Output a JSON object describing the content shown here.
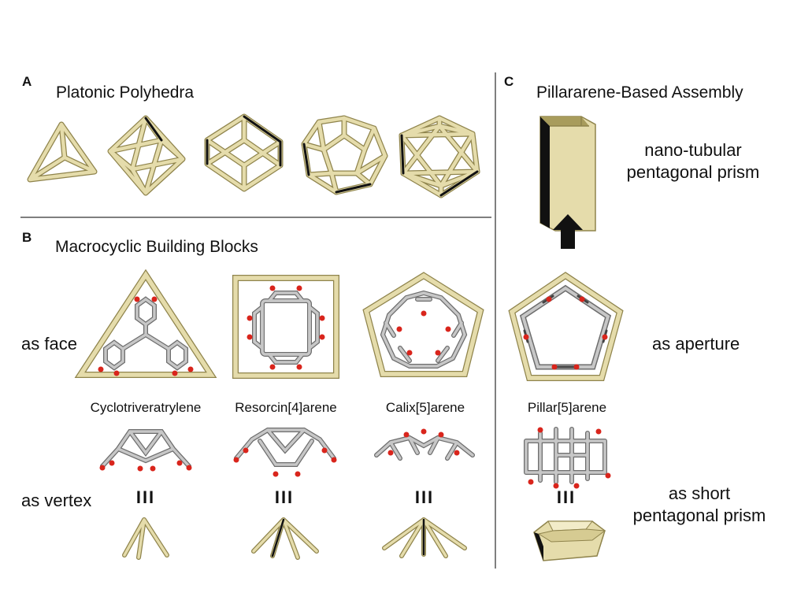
{
  "colors": {
    "beam": "#e5dcab",
    "beam_edge": "#8f844c",
    "beam_dark": "#111111",
    "stick": "#b8b8b8",
    "stick_dark": "#6d6d6d",
    "oxygen": "#d9251c",
    "divider": "#555555"
  },
  "panel_a": {
    "letter": "A",
    "title": "Platonic Polyhedra",
    "shapes": [
      "tetrahedron",
      "octahedron",
      "cube",
      "dodecahedron",
      "icosahedron"
    ]
  },
  "panel_b": {
    "letter": "B",
    "title": "Macrocyclic Building Blocks",
    "row_face_label": "as face",
    "row_vertex_label": "as vertex",
    "equivalence_symbol": "III",
    "molecules": [
      "Cyclotriveratrylene",
      "Resorcin[4]arene",
      "Calix[5]arene"
    ]
  },
  "panel_c": {
    "letter": "C",
    "title": "Pillararene-Based Assembly",
    "result_line1": "nano-tubular",
    "result_line2": "pentagonal prism",
    "aperture_label": "as aperture",
    "molecule": "Pillar[5]arene",
    "equivalence_symbol": "III",
    "prism_line1": "as short",
    "prism_line2": "pentagonal prism"
  }
}
